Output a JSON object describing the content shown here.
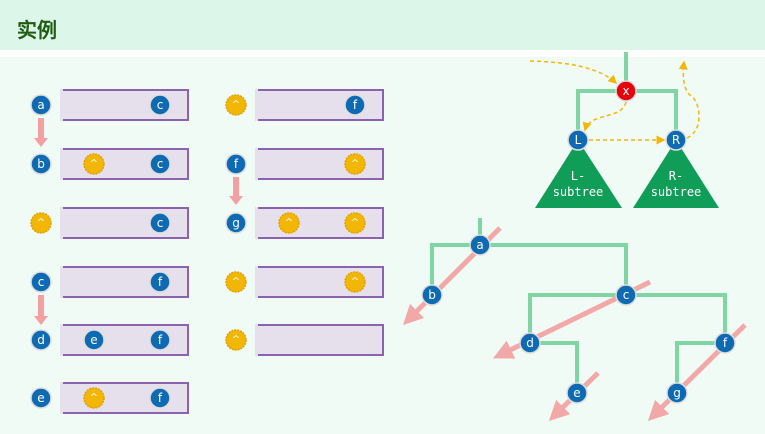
{
  "header": {
    "title": "实例"
  },
  "colors": {
    "node": "#0f6ab4",
    "null": "#f2b705",
    "root": "#e8000d",
    "edge": "#7fd6a4",
    "arrow": "#f4a0a0",
    "box": "#e6e0ec",
    "boxBorder": "#8a62ad",
    "subtree": "#0f9d58"
  },
  "lists": [
    {
      "node": "a",
      "slots": [
        "",
        "c"
      ]
    },
    {
      "node": "b",
      "slots": [
        "^",
        "c"
      ]
    },
    {
      "node": "^",
      "slots": [
        "",
        "c"
      ]
    },
    {
      "node": "c",
      "slots": [
        "",
        "f"
      ]
    },
    {
      "node": "d",
      "slots": [
        "e",
        "f"
      ]
    },
    {
      "node": "e",
      "slots": [
        "^",
        "f"
      ]
    },
    {
      "node": "^",
      "slots": [
        "",
        "f"
      ]
    },
    {
      "node": "f",
      "slots": [
        "",
        "^"
      ]
    },
    {
      "node": "g",
      "slots": [
        "^",
        "^"
      ]
    },
    {
      "node": "^",
      "slots": [
        "",
        "^"
      ]
    },
    {
      "node": "^",
      "slots": [
        "",
        ""
      ]
    }
  ],
  "schema": {
    "root": "x",
    "left": "L",
    "right": "R",
    "left_subtree": [
      "L-",
      "subtree"
    ],
    "right_subtree": [
      "R-",
      "subtree"
    ]
  },
  "tree": {
    "nodes": [
      "a",
      "b",
      "c",
      "d",
      "e",
      "f",
      "g"
    ]
  }
}
